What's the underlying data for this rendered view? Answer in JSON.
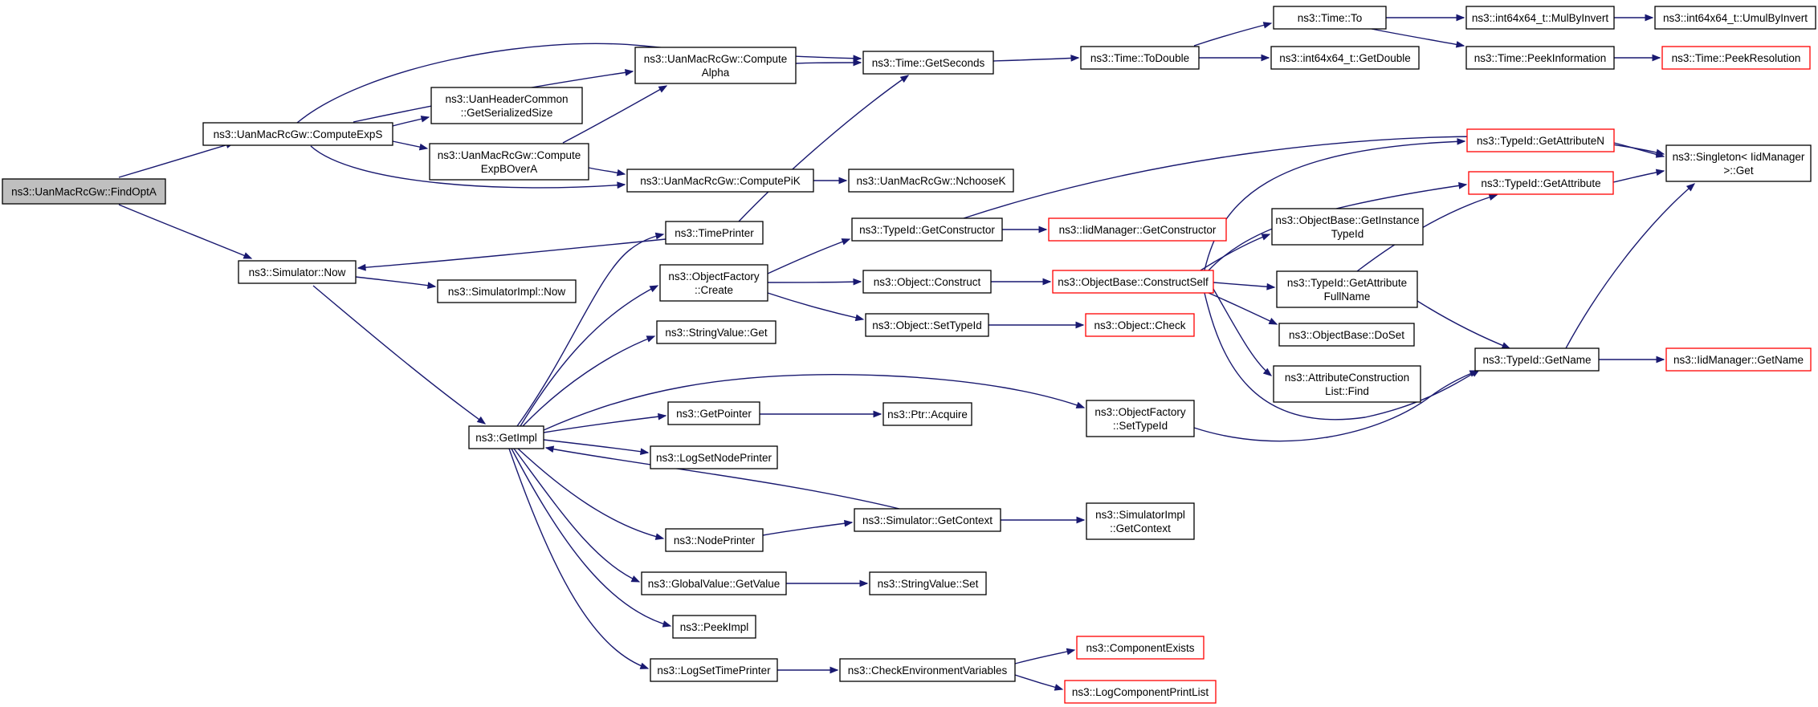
{
  "diagram": {
    "colors": {
      "edge": "#191970",
      "node_border": "#000000",
      "truncated_border": "#ff0000",
      "root_fill": "#bfbfbf",
      "node_fill": "#ffffff"
    },
    "nodes": [
      {
        "id": "n0",
        "lines": [
          "ns3::UanMacRcGw::FindOptA"
        ]
      },
      {
        "id": "n1",
        "lines": [
          "ns3::UanMacRcGw::ComputeExpS"
        ]
      },
      {
        "id": "n2",
        "lines": [
          "ns3::UanMacRcGw::Compute",
          "Alpha"
        ]
      },
      {
        "id": "n3",
        "lines": [
          "ns3::UanHeaderCommon",
          "::GetSerializedSize"
        ]
      },
      {
        "id": "n4",
        "lines": [
          "ns3::UanMacRcGw::Compute",
          "ExpBOverA"
        ]
      },
      {
        "id": "n5",
        "lines": [
          "ns3::UanMacRcGw::ComputePiK"
        ]
      },
      {
        "id": "n6",
        "lines": [
          "ns3::Time::GetSeconds"
        ]
      },
      {
        "id": "n7",
        "lines": [
          "ns3::Time::ToDouble"
        ]
      },
      {
        "id": "n8",
        "lines": [
          "ns3::Time::To"
        ]
      },
      {
        "id": "n9",
        "lines": [
          "ns3::int64x64_t::GetDouble"
        ]
      },
      {
        "id": "n10",
        "lines": [
          "ns3::int64x64_t::MulByInvert"
        ]
      },
      {
        "id": "n11",
        "lines": [
          "ns3::int64x64_t::UmulByInvert"
        ]
      },
      {
        "id": "n12",
        "lines": [
          "ns3::Time::PeekInformation"
        ]
      },
      {
        "id": "n13",
        "lines": [
          "ns3::Time::PeekResolution"
        ],
        "truncated": true
      },
      {
        "id": "n14",
        "lines": [
          "ns3::UanMacRcGw::NchooseK"
        ]
      },
      {
        "id": "n15",
        "lines": [
          "ns3::Simulator::Now"
        ]
      },
      {
        "id": "n16",
        "lines": [
          "ns3::SimulatorImpl::Now"
        ]
      },
      {
        "id": "n17",
        "lines": [
          "ns3::TimePrinter"
        ]
      },
      {
        "id": "n18",
        "lines": [
          "ns3::GetImpl"
        ]
      },
      {
        "id": "n19",
        "lines": [
          "ns3::ObjectFactory",
          "::Create"
        ]
      },
      {
        "id": "n20",
        "lines": [
          "ns3::StringValue::Get"
        ]
      },
      {
        "id": "n21",
        "lines": [
          "ns3::GetPointer"
        ]
      },
      {
        "id": "n22",
        "lines": [
          "ns3::LogSetNodePrinter"
        ]
      },
      {
        "id": "n23",
        "lines": [
          "ns3::NodePrinter"
        ]
      },
      {
        "id": "n24",
        "lines": [
          "ns3::GlobalValue::GetValue"
        ]
      },
      {
        "id": "n25",
        "lines": [
          "ns3::PeekImpl"
        ]
      },
      {
        "id": "n26",
        "lines": [
          "ns3::LogSetTimePrinter"
        ]
      },
      {
        "id": "n27",
        "lines": [
          "ns3::TypeId::GetConstructor"
        ]
      },
      {
        "id": "n28",
        "lines": [
          "ns3::Object::Construct"
        ]
      },
      {
        "id": "n29",
        "lines": [
          "ns3::Object::SetTypeId"
        ]
      },
      {
        "id": "n30",
        "lines": [
          "ns3::Ptr::Acquire"
        ]
      },
      {
        "id": "n31",
        "lines": [
          "ns3::Simulator::GetContext"
        ]
      },
      {
        "id": "n32",
        "lines": [
          "ns3::StringValue::Set"
        ]
      },
      {
        "id": "n33",
        "lines": [
          "ns3::CheckEnvironmentVariables"
        ]
      },
      {
        "id": "n34",
        "lines": [
          "ns3::IidManager::GetConstructor"
        ],
        "truncated": true
      },
      {
        "id": "n35",
        "lines": [
          "ns3::ObjectBase::ConstructSelf"
        ],
        "truncated": true
      },
      {
        "id": "n36",
        "lines": [
          "ns3::Object::Check"
        ],
        "truncated": true
      },
      {
        "id": "n37",
        "lines": [
          "ns3::ObjectFactory",
          "::SetTypeId"
        ]
      },
      {
        "id": "n38",
        "lines": [
          "ns3::SimulatorImpl",
          "::GetContext"
        ]
      },
      {
        "id": "n39",
        "lines": [
          "ns3::ComponentExists"
        ],
        "truncated": true
      },
      {
        "id": "n40",
        "lines": [
          "ns3::LogComponentPrintList"
        ],
        "truncated": true
      },
      {
        "id": "n41",
        "lines": [
          "ns3::TypeId::GetAttributeN"
        ],
        "truncated": true
      },
      {
        "id": "n42",
        "lines": [
          "ns3::TypeId::GetAttribute"
        ],
        "truncated": true
      },
      {
        "id": "n43",
        "lines": [
          "ns3::ObjectBase::GetInstance",
          "TypeId"
        ]
      },
      {
        "id": "n44",
        "lines": [
          "ns3::TypeId::GetAttribute",
          "FullName"
        ]
      },
      {
        "id": "n45",
        "lines": [
          "ns3::ObjectBase::DoSet"
        ]
      },
      {
        "id": "n46",
        "lines": [
          "ns3::AttributeConstruction",
          "List::Find"
        ]
      },
      {
        "id": "n47",
        "lines": [
          "ns3::Singleton< IidManager",
          " >::Get"
        ]
      },
      {
        "id": "n48",
        "lines": [
          "ns3::TypeId::GetName"
        ]
      },
      {
        "id": "n49",
        "lines": [
          "ns3::IidManager::GetName"
        ],
        "truncated": true
      }
    ]
  }
}
